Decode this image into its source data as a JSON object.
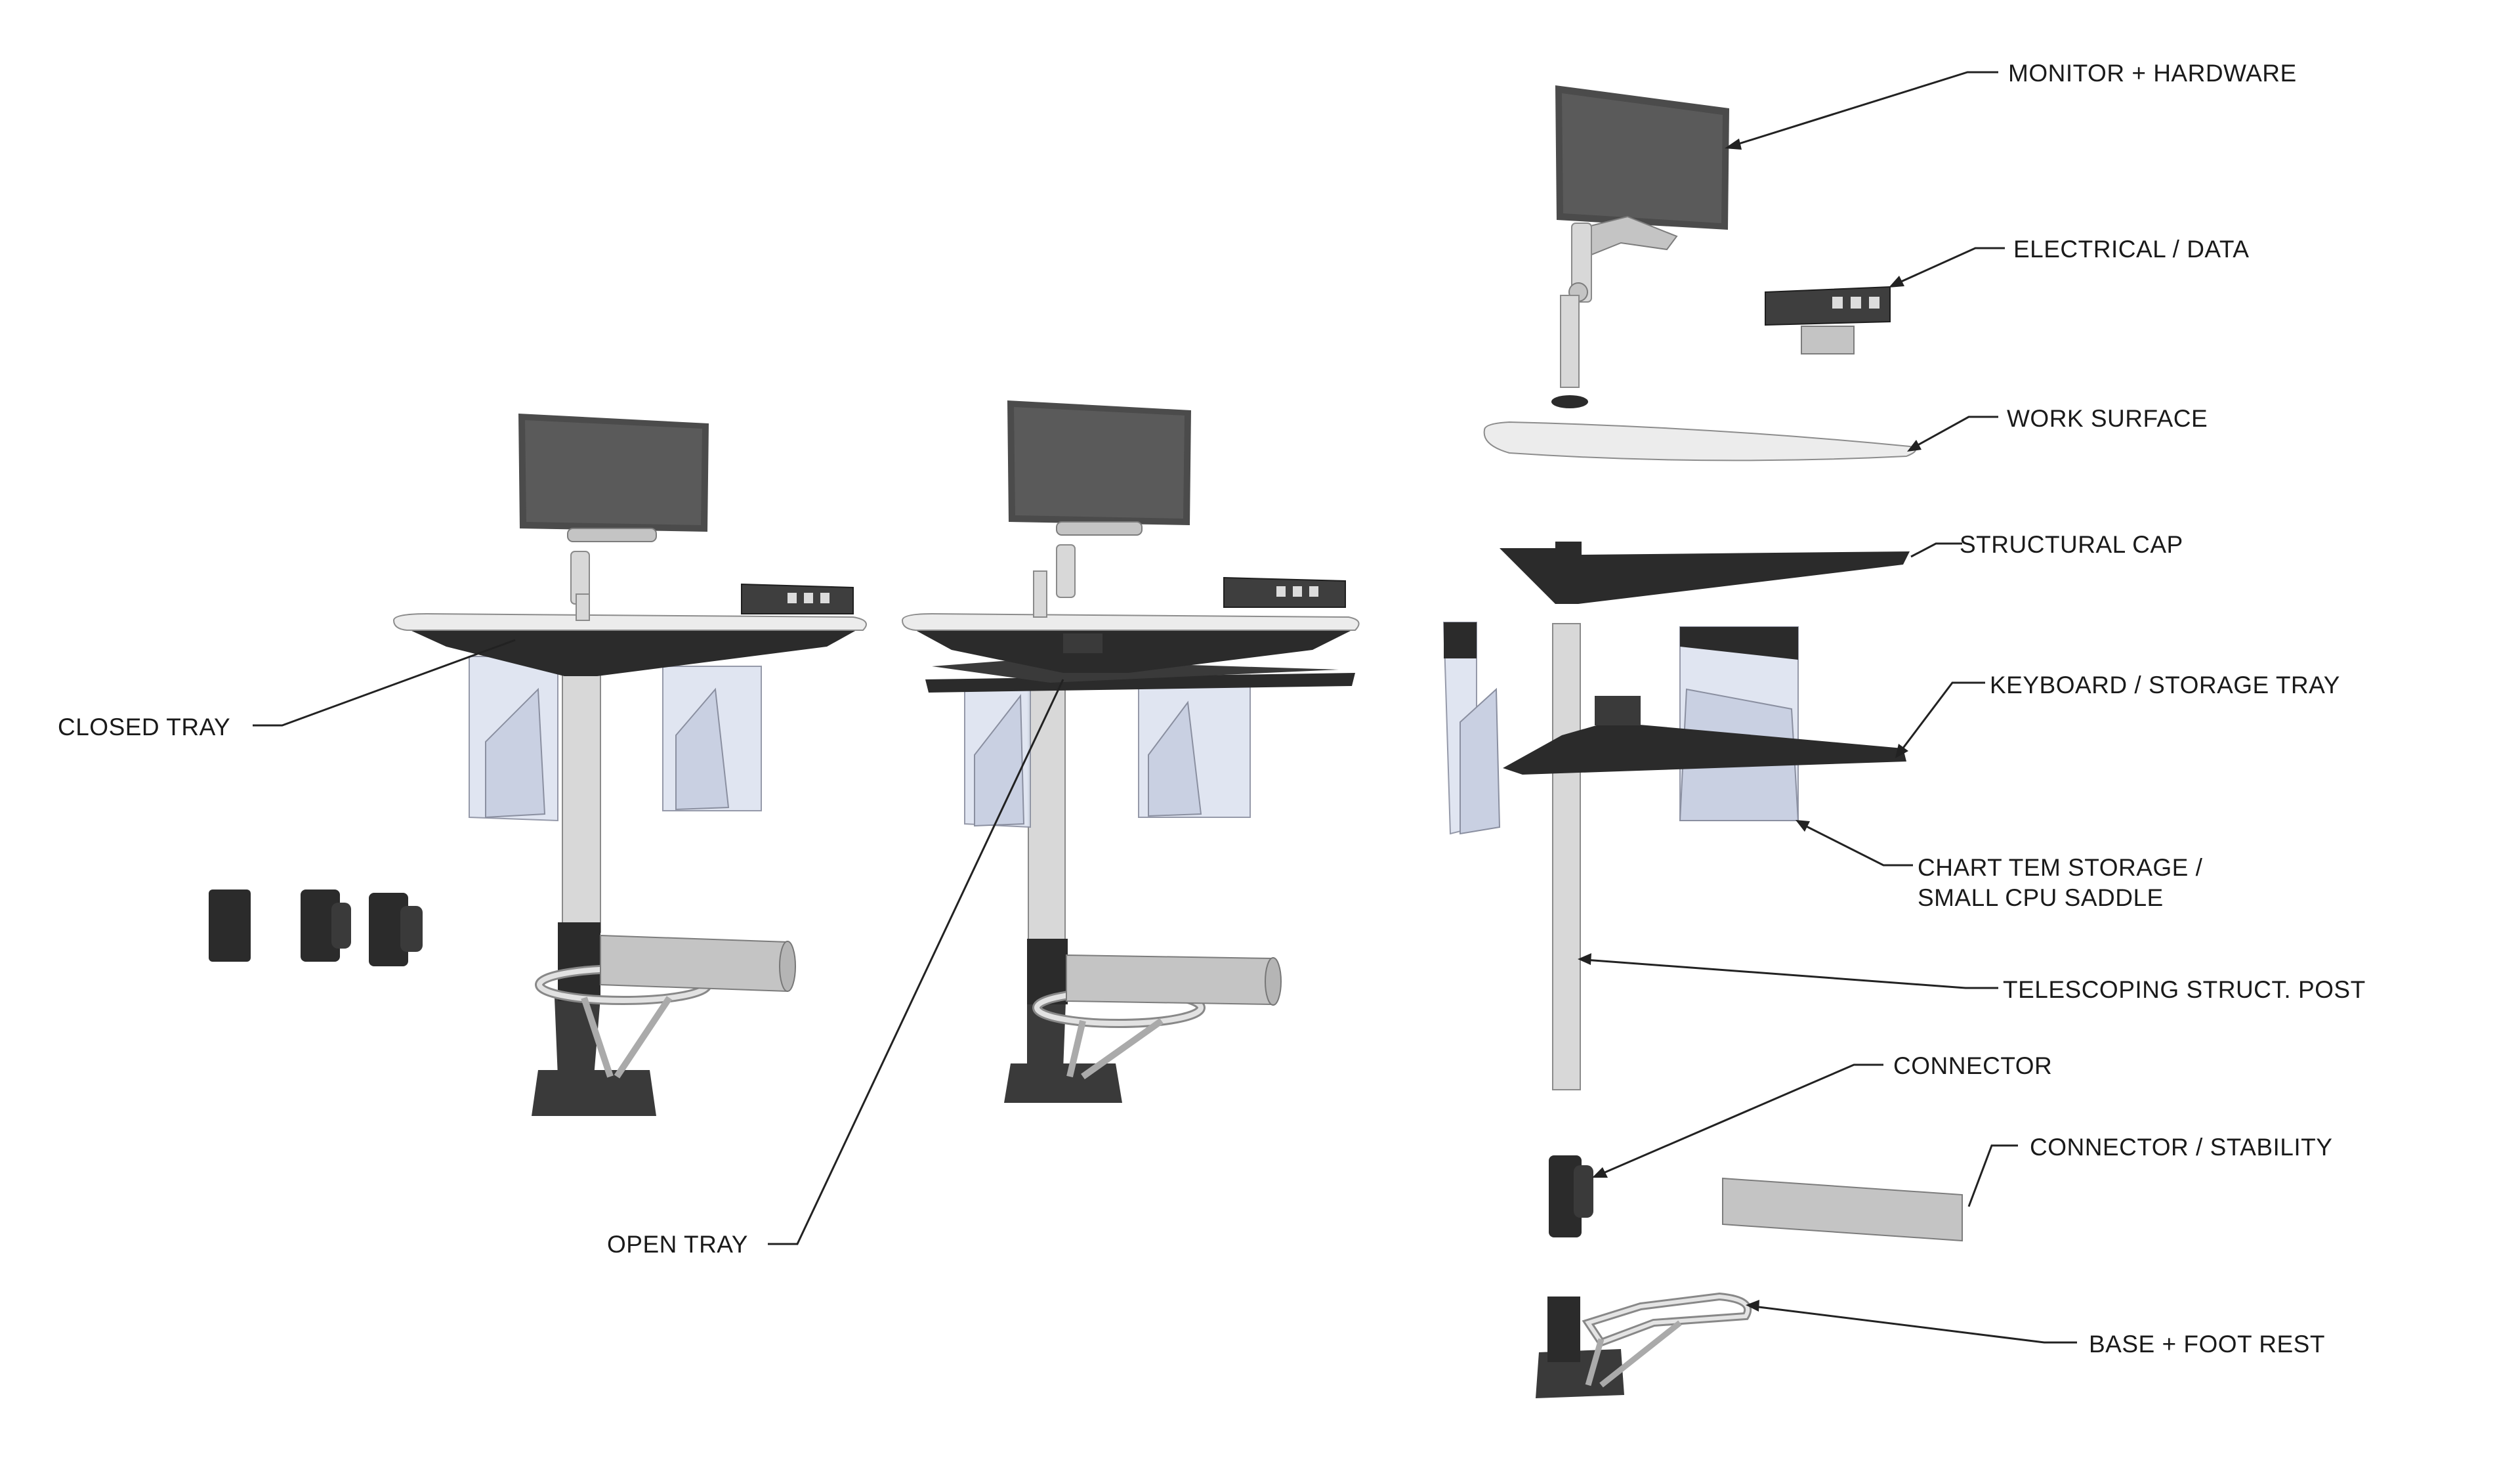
{
  "labels": {
    "monitor": "MONITOR + HARDWARE",
    "electrical": "ELECTRICAL / DATA",
    "work_surface": "WORK SURFACE",
    "structural_cap": "STRUCTURAL CAP",
    "keyboard_tray": "KEYBOARD / STORAGE TRAY",
    "chart_storage_line1": "CHART TEM STORAGE /",
    "chart_storage_line2": "SMALL CPU SADDLE",
    "post": "TELESCOPING STRUCT. POST",
    "connector": "CONNECTOR",
    "connector_stability": "CONNECTOR / STABILITY",
    "base": "BASE + FOOT REST",
    "closed_tray": "CLOSED TRAY",
    "open_tray": "OPEN TRAY"
  }
}
